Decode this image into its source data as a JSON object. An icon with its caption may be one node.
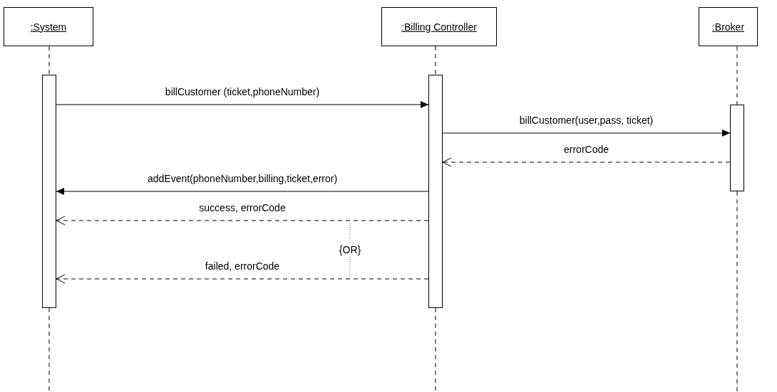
{
  "diagram": {
    "nodes": [
      {
        "text": [
          ":System"
        ]
      },
      {
        "text": [
          ":Billing Controller"
        ]
      },
      {
        "text": [
          ":Broker"
        ]
      },
      {
        "text": [],
        "shape": "bar"
      },
      {
        "text": [],
        "shape": "bar"
      },
      {
        "text": [],
        "shape": "bar"
      }
    ],
    "edges": [
      {
        "from": 0,
        "to": 3,
        "arrow": "none",
        "style": "dashed"
      },
      {
        "from": 1,
        "to": 4,
        "arrow": "none",
        "style": "dashed"
      },
      {
        "from": 2,
        "to": 5,
        "arrow": "none",
        "style": "dashed"
      },
      {
        "from": 3,
        "to": 4,
        "arrow": "to",
        "label": "billCustomer (ticket,phoneNumber)"
      },
      {
        "from": 4,
        "to": 5,
        "arrow": "to",
        "label": "billCustomer(user,pass, ticket)"
      },
      {
        "from": 5,
        "to": 4,
        "arrow": "to",
        "label": "errorCode",
        "style": "dashed"
      },
      {
        "from": 4,
        "to": 3,
        "arrow": "to",
        "label": "addEvent(phoneNumber,billing,ticket,error)"
      },
      {
        "from": 4,
        "to": 3,
        "arrow": "to",
        "label": "success, errorCode",
        "style": "dashed"
      },
      {
        "from": 4,
        "to": 3,
        "arrow": "to",
        "label": "failed, errorCode",
        "style": "dashed"
      }
    ],
    "labels": [
      "{OR}"
    ]
  }
}
